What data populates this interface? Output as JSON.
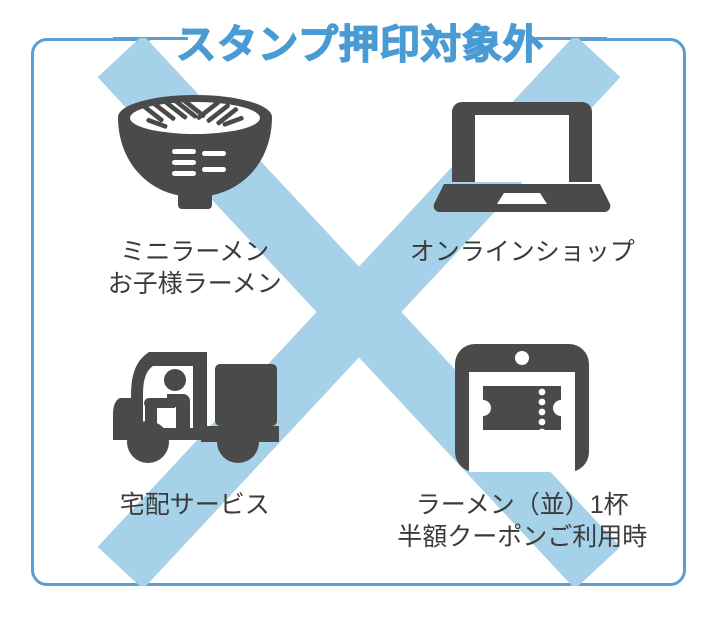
{
  "poster": {
    "title": "スタンプ押印対象外",
    "accent_color": "#4a9ad4",
    "frame_color": "#5a9fd4",
    "cross_color": "#a5d1e9",
    "icon_color": "#4a4a4a",
    "caption_color": "#3b3b3b"
  },
  "items": [
    {
      "id": "mini-ramen",
      "icon": "ramen-bowl-icon",
      "caption_lines": [
        "ミニラーメン",
        "お子様ラーメン"
      ]
    },
    {
      "id": "online-shop",
      "icon": "laptop-icon",
      "caption_lines": [
        "オンラインショップ"
      ]
    },
    {
      "id": "delivery-service",
      "icon": "delivery-truck-icon",
      "caption_lines": [
        "宅配サービス"
      ]
    },
    {
      "id": "half-price-coupon",
      "icon": "smartphone-coupon-icon",
      "caption_lines": [
        "ラーメン（並）1杯",
        "半額クーポンご利用時"
      ]
    }
  ]
}
